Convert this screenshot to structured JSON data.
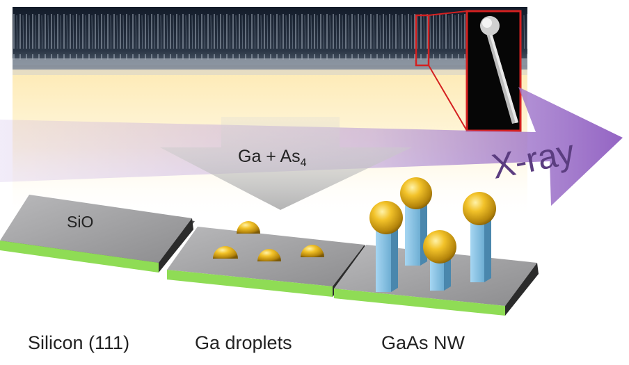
{
  "labels": {
    "oxide": "SiO",
    "flux_main": "Ga + As",
    "flux_sub": "4",
    "xray": "X-ray",
    "stage1": "Silicon (111)",
    "stage2": "Ga droplets",
    "stage3": "GaAs NW"
  },
  "colors": {
    "substrate_top": "#9a9a9c",
    "substrate_edge": "#7fd64a",
    "droplet": "#e3b21a",
    "nanowire": "#8fc6e6",
    "xray_arrow": "#9b6dc6",
    "flux_arrow": "#c4c4c4",
    "inset_frame": "#d42020",
    "sem_background": "#0e1a2a"
  }
}
